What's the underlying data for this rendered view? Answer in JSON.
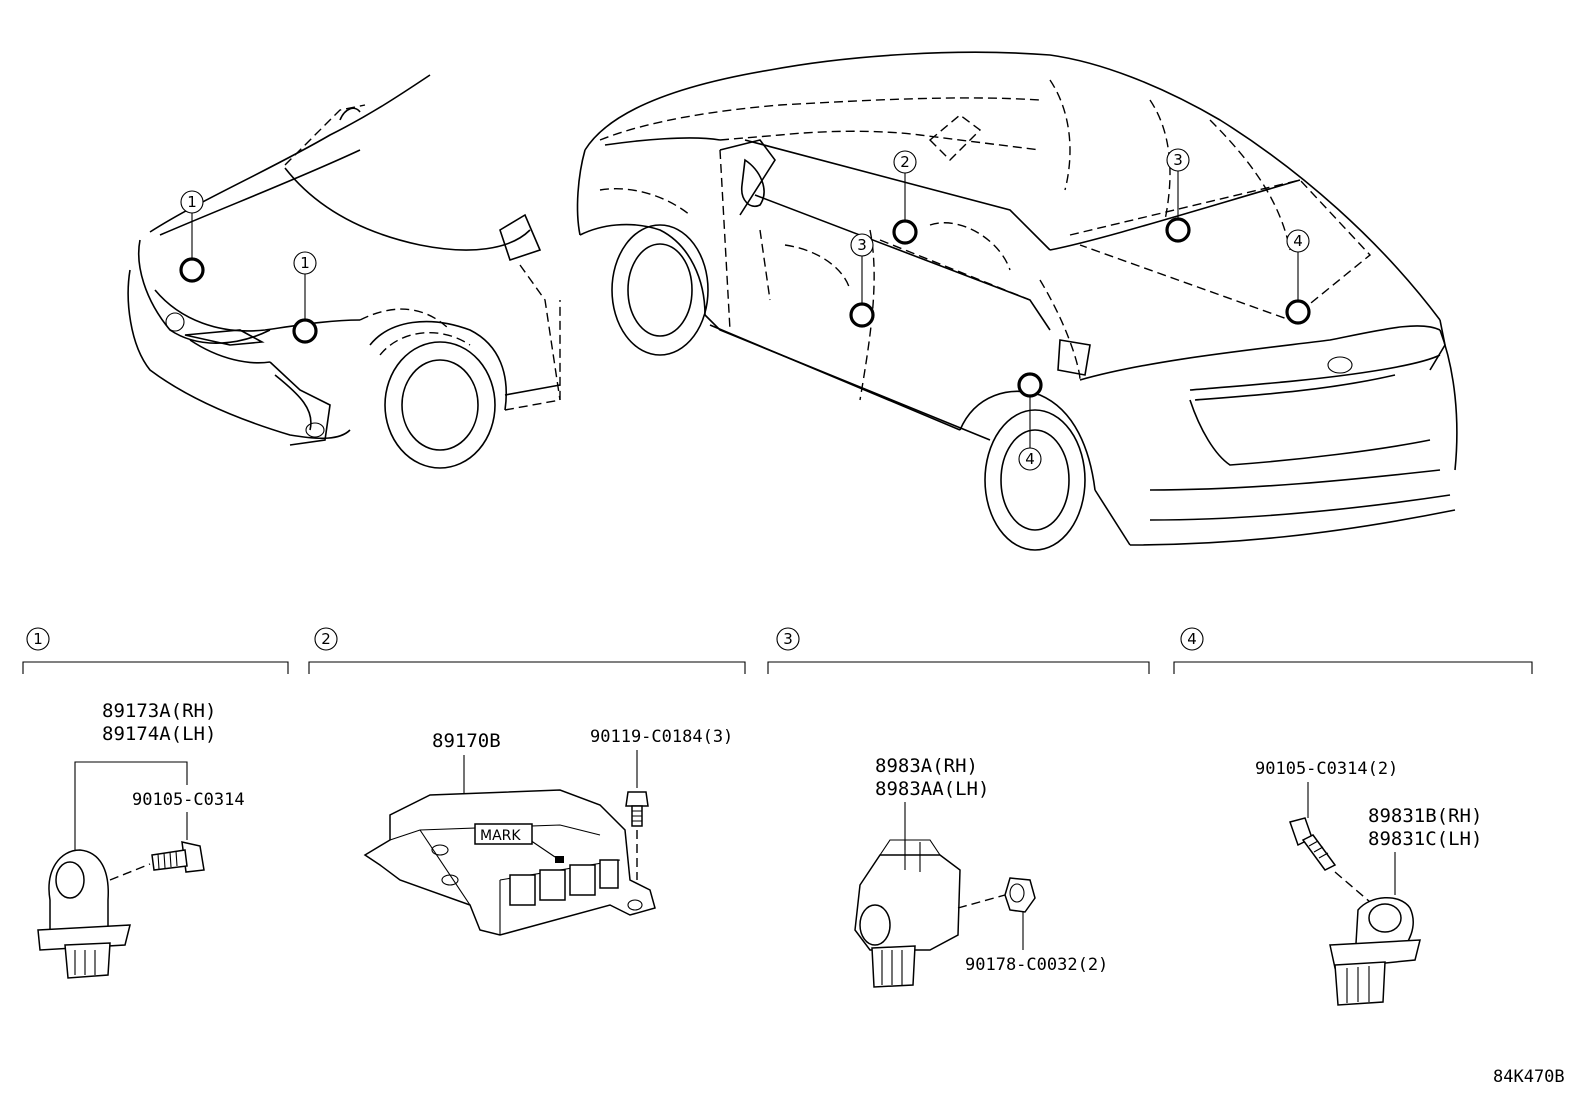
{
  "callouts": {
    "c1": "1",
    "c2": "2",
    "c3": "3",
    "c4": "4"
  },
  "sections": [
    {
      "num": "1"
    },
    {
      "num": "2"
    },
    {
      "num": "3"
    },
    {
      "num": "4"
    }
  ],
  "parts": {
    "front_sensor_rh": "89173A(RH)",
    "front_sensor_lh": "89174A(LH)",
    "front_bolt": "90105-C0314",
    "airbag_ecu": "89170B",
    "ecu_bolt": "90119-C0184(3)",
    "ecu_mark": "MARK",
    "side_sensor_rh": "8983A(RH)",
    "side_sensor_lh": "8983AA(LH)",
    "side_nut": "90178-C0032(2)",
    "rear_bolt": "90105-C0314(2)",
    "rear_sensor_rh": "89831B(RH)",
    "rear_sensor_lh": "89831C(LH)"
  },
  "diagram_code": "84K470B"
}
